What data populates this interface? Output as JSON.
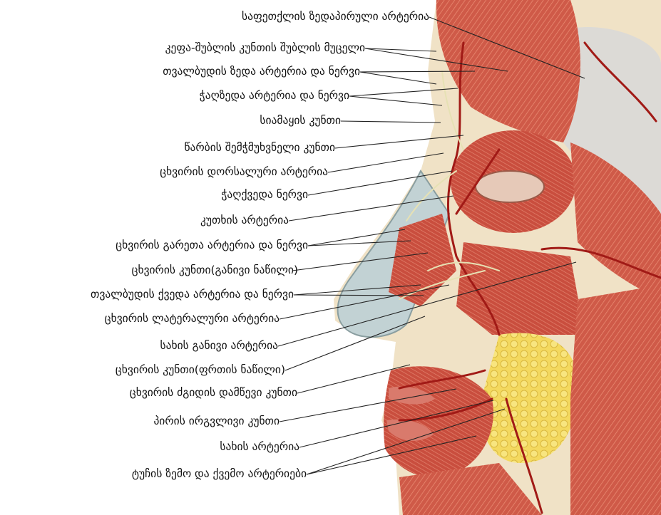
{
  "figure": {
    "labels": [
      {
        "id": "l1",
        "text": "საფეთქლის ზედაპირული არტერია"
      },
      {
        "id": "l2",
        "text": "კეფა-შუბლის კუნთის შუბლის მუცელი"
      },
      {
        "id": "l3",
        "text": "თვალბუდის ზედა არტერია და ნერვი"
      },
      {
        "id": "l4",
        "text": "ჭაღზედა არტერია და ნერვი"
      },
      {
        "id": "l5",
        "text": "სიამაყის კუნთი"
      },
      {
        "id": "l6",
        "text": "წარბის შემჭმუხვნელი კუნთი"
      },
      {
        "id": "l7",
        "text": "ცხვირის დორსალური არტერია"
      },
      {
        "id": "l8",
        "text": "ჭაღქვედა ნერვი"
      },
      {
        "id": "l9",
        "text": "კუთხის არტერია"
      },
      {
        "id": "l10",
        "text": "ცხვირის გარეთა არტერია და ნერვი"
      },
      {
        "id": "l11",
        "text": "ცხვირის კუნთი(განივი ნაწილი)"
      },
      {
        "id": "l12",
        "text": "თვალბუდის ქვედა არტერია და ნერვი"
      },
      {
        "id": "l13",
        "text": "ცხვირის ლატერალური არტერია"
      },
      {
        "id": "l14",
        "text": "სახის განივი არტერია"
      },
      {
        "id": "l15",
        "text": "ცხვირის კუნთი(ფრთის ნაწილი)"
      },
      {
        "id": "l16",
        "text": "ცხვირის ძგიდის დამწევი კუნთი"
      },
      {
        "id": "l17",
        "text": "პირის ირგვლივი კუნთი"
      },
      {
        "id": "l18",
        "text": "სახის არტერია"
      },
      {
        "id": "l19",
        "text": "ტუჩის ზემო და ქვემო არტერიები"
      }
    ]
  }
}
